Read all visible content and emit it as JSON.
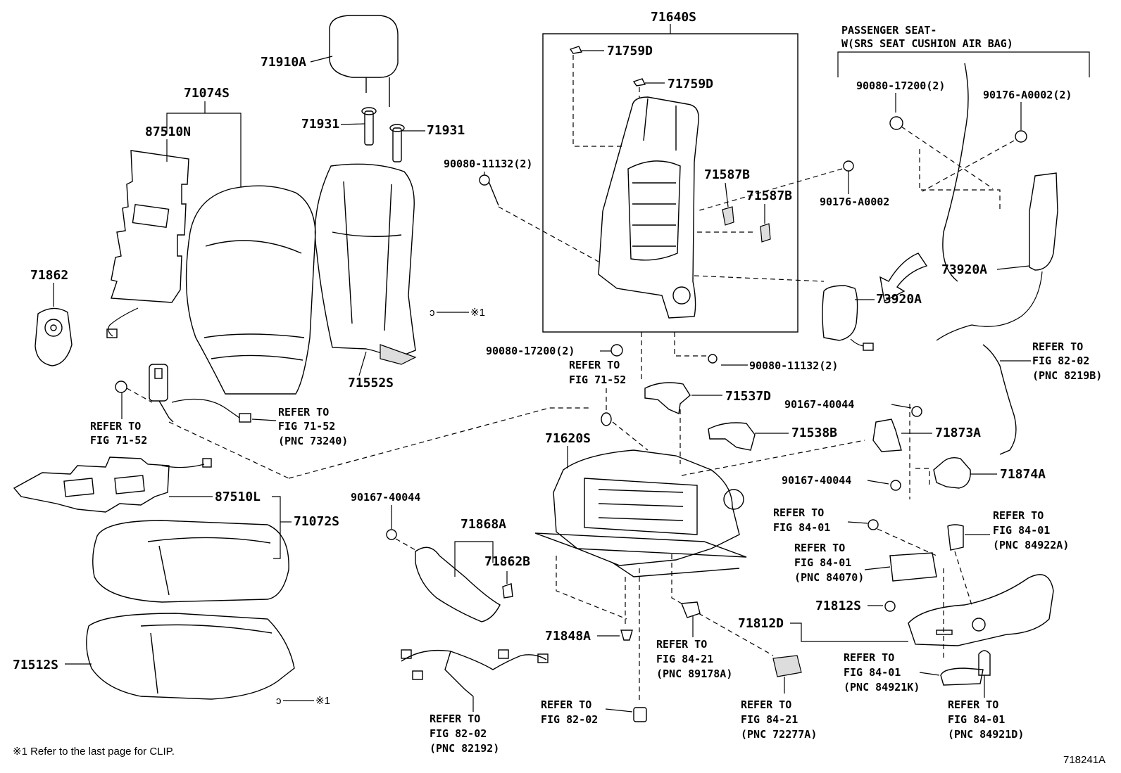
{
  "diagram_id": "718241A",
  "footnote": "※1  Refer to the last page for CLIP.",
  "clip_marker": "※1",
  "group_header": {
    "line1": "PASSENGER SEAT-",
    "line2": "W(SRS SEAT CUSHION AIR BAG)"
  },
  "parts": {
    "p71640S": "71640S",
    "p71759D_a": "71759D",
    "p71759D_b": "71759D",
    "p71910A": "71910A",
    "p71074S": "71074S",
    "p87510N": "87510N",
    "p71931_a": "71931",
    "p71931_b": "71931",
    "p90080_11132_top": "90080-11132(2)",
    "p71587B_a": "71587B",
    "p71587B_b": "71587B",
    "p90176_A0002": "90176-A0002",
    "p90080_17200_right": "90080-17200(2)",
    "p90176_A0002_2": "90176-A0002(2)",
    "p73920A_a": "73920A",
    "p73920A_b": "73920A",
    "p71862": "71862",
    "p71552S": "71552S",
    "p90080_17200_mid": "90080-17200(2)",
    "p90080_11132_mid": "90080-11132(2)",
    "p71537D": "71537D",
    "p90167_40044_a": "90167-40044",
    "p71538B": "71538B",
    "p71873A": "71873A",
    "p71620S": "71620S",
    "p90167_40044_b": "90167-40044",
    "p71874A": "71874A",
    "p87510L": "87510L",
    "p71072S": "71072S",
    "p90167_40044_c": "90167-40044",
    "p71868A": "71868A",
    "p71862B": "71862B",
    "p71812S": "71812S",
    "p71812D": "71812D",
    "p71848A": "71848A",
    "p71512S": "71512S"
  },
  "refs": {
    "r1": {
      "l1": "REFER TO",
      "l2": "FIG 71-52"
    },
    "r2": {
      "l1": "REFER TO",
      "l2": "FIG 71-52",
      "l3": "(PNC 73240)"
    },
    "r3": {
      "l1": "REFER TO",
      "l2": "FIG 71-52"
    },
    "r4": {
      "l1": "REFER TO",
      "l2": "FIG 82-02",
      "l3": "(PNC 8219B)"
    },
    "r5": {
      "l1": "REFER TO",
      "l2": "FIG 84-01"
    },
    "r6": {
      "l1": "REFER TO",
      "l2": "FIG 84-01",
      "l3": "(PNC 84070)"
    },
    "r7": {
      "l1": "REFER TO",
      "l2": "FIG 84-01",
      "l3": "(PNC 84922A)"
    },
    "r8": {
      "l1": "REFER TO",
      "l2": "FIG 84-21",
      "l3": "(PNC 89178A)"
    },
    "r9": {
      "l1": "REFER TO",
      "l2": "FIG 84-01",
      "l3": "(PNC 84921K)"
    },
    "r10": {
      "l1": "REFER TO",
      "l2": "FIG 82-02",
      "l3": "(PNC 82192)"
    },
    "r11": {
      "l1": "REFER TO",
      "l2": "FIG 82-02"
    },
    "r12": {
      "l1": "REFER TO",
      "l2": "FIG 84-21",
      "l3": "(PNC 72277A)"
    },
    "r13": {
      "l1": "REFER TO",
      "l2": "FIG 84-01",
      "l3": "(PNC 84921D)"
    }
  }
}
